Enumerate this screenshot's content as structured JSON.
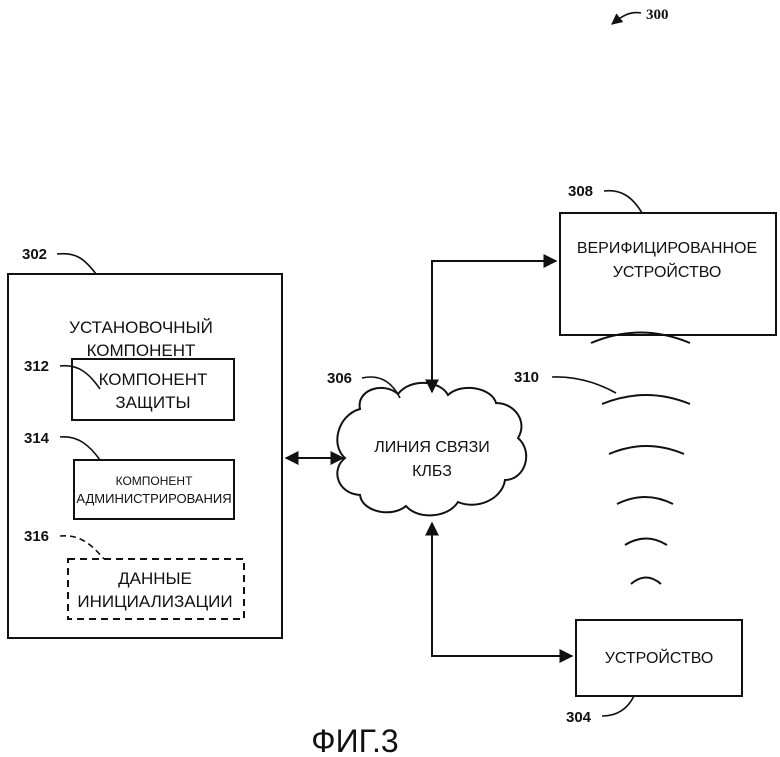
{
  "figure": {
    "ref_main": "300",
    "caption": "ФИГ.3"
  },
  "installer": {
    "ref": "302",
    "title_line1": "УСТАНОВОЧНЫЙ",
    "title_line2": "КОМПОНЕНТ",
    "protection": {
      "ref": "312",
      "line1": "КОМПОНЕНТ",
      "line2": "ЗАЩИТЫ"
    },
    "admin": {
      "ref": "314",
      "line1": "КОМПОНЕНТ",
      "line2": "АДМИНИСТРИРОВАНИЯ"
    },
    "init_data": {
      "ref": "316",
      "line1": "ДАННЫЕ",
      "line2": "ИНИЦИАЛИЗАЦИИ"
    }
  },
  "link": {
    "ref": "306",
    "line1": "ЛИНИЯ СВЯЗИ",
    "line2": "КЛБЗ"
  },
  "verified_device": {
    "ref": "308",
    "line1": "ВЕРИФИЦИРОВАННОЕ",
    "line2": "УСТРОЙСТВО"
  },
  "wireless": {
    "ref": "310"
  },
  "device": {
    "ref": "304",
    "label": "УСТРОЙСТВО"
  }
}
